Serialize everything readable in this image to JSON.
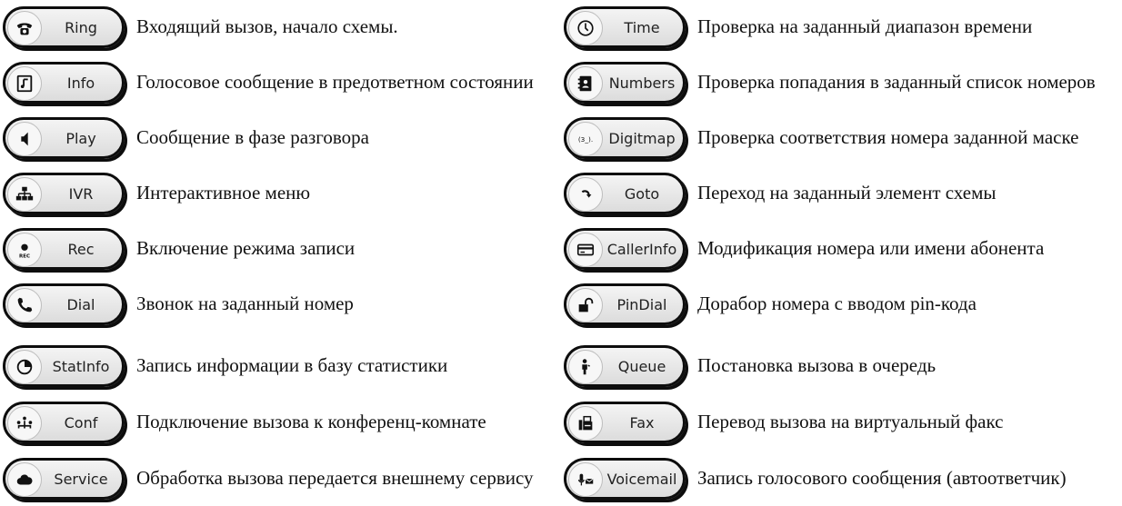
{
  "left": [
    {
      "label": "Ring",
      "icon": "phone-icon",
      "description": "Входящий вызов, начало схемы."
    },
    {
      "label": "Info",
      "icon": "music-note-icon",
      "description": "Голосовое сообщение в предответном состоянии"
    },
    {
      "label": "Play",
      "icon": "speaker-icon",
      "description": "Сообщение в фазе разговора"
    },
    {
      "label": "IVR",
      "icon": "network-tree-icon",
      "description": "Интерактивное меню"
    },
    {
      "label": "Rec",
      "icon": "record-icon",
      "icon_text": "REC",
      "description": "Включение режима записи"
    },
    {
      "label": "Dial",
      "icon": "handset-icon",
      "description": "Звонок на заданный номер"
    },
    {
      "label": "StatInfo",
      "icon": "pie-chart-icon",
      "description": "Запись информации в базу статистики"
    },
    {
      "label": "Conf",
      "icon": "conference-icon",
      "description": "Подключение вызова к конференц-комнате"
    },
    {
      "label": "Service",
      "icon": "cloud-icon",
      "description": "Обработка вызова передается внешнему сервису"
    }
  ],
  "right": [
    {
      "label": "Time",
      "icon": "clock-icon",
      "description": "Проверка на заданный диапазон времени"
    },
    {
      "label": "Numbers",
      "icon": "phonebook-icon",
      "description": "Проверка попадания в заданный список номеров"
    },
    {
      "label": "Digitmap",
      "icon": "digitmap-icon",
      "icon_text": "(3_).",
      "description": "Проверка соответствия номера заданной маске"
    },
    {
      "label": "Goto",
      "icon": "goto-arrow-icon",
      "description": "Переход на заданный элемент схемы"
    },
    {
      "label": "CallerInfo",
      "icon": "caller-id-card-icon",
      "description": "Модификация номера или имени абонента"
    },
    {
      "label": "PinDial",
      "icon": "unlock-icon",
      "description": "Дорабор номера с вводом pin-кода"
    },
    {
      "label": "Queue",
      "icon": "queue-person-icon",
      "description": "Постановка вызова в очередь"
    },
    {
      "label": "Fax",
      "icon": "fax-icon",
      "description": "Перевод вызова на виртуальный факс"
    },
    {
      "label": "Voicemail",
      "icon": "voicemail-icon",
      "description": "Запись голосового сообщения (автоответчик)"
    }
  ]
}
